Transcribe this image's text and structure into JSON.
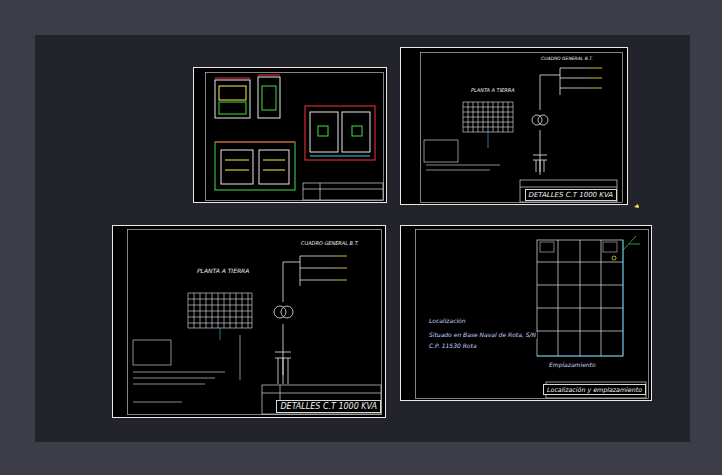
{
  "diagram": {
    "nodes": [
      {
        "text": [
          "DETALLES C.T 1000 KVA"
        ]
      },
      {
        "text": [
          "DETALLES C.T 1000 KVA"
        ]
      },
      {
        "text": [
          "Localización y emplazamiento"
        ]
      }
    ],
    "labels": [
      "PLANTA A TIERRA",
      "CUADRO GENERAL B.T.",
      "PLANTA A TIERRA",
      "CUADRO GENERAL B.T.",
      "Localización",
      "Situado en Base Naval de Rota, S/N",
      "C.P. 11530 Rota",
      "Emplazamiento"
    ]
  }
}
